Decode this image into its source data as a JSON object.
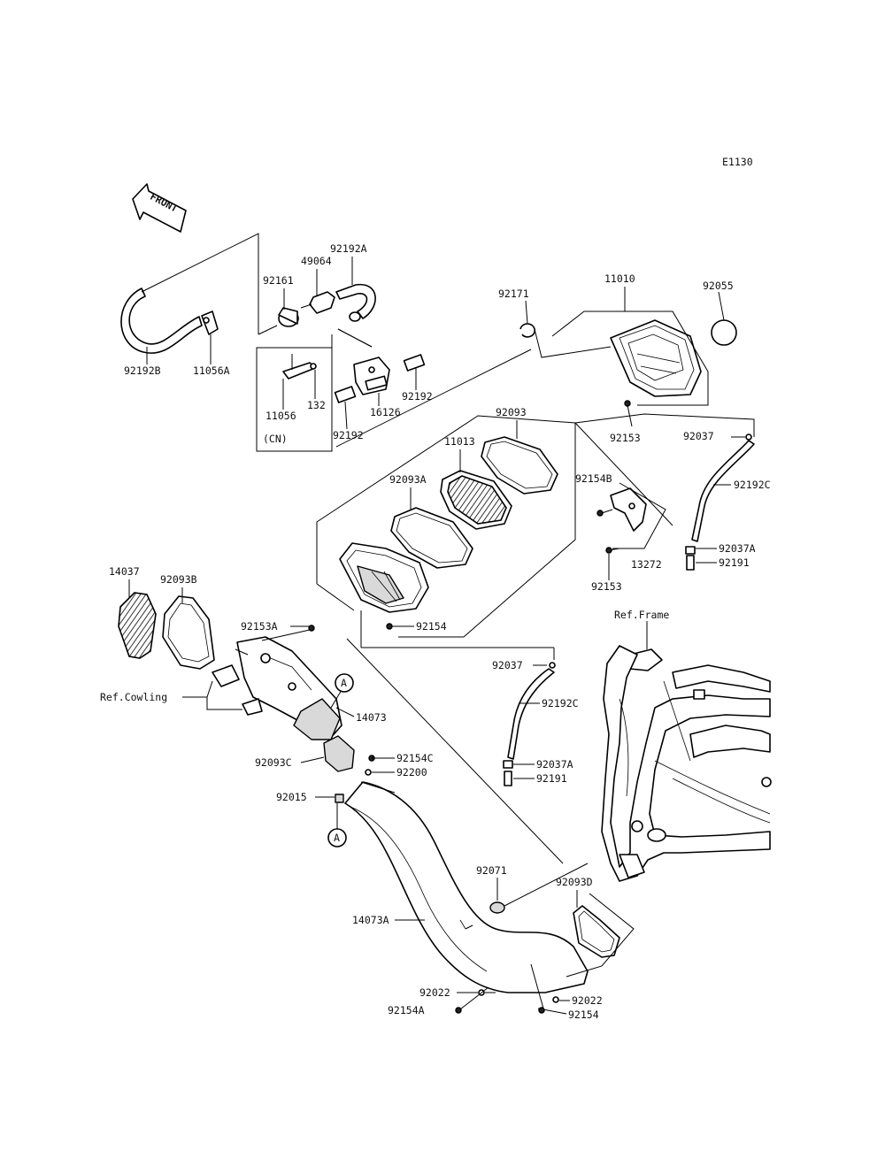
{
  "diagram_code": "E1130",
  "front_label": "FRONT",
  "labels": {
    "p92192B": "92192B",
    "p11056A": "11056A",
    "p92161": "92161",
    "p49064": "49064",
    "p92192A": "92192A",
    "p11056": "11056",
    "p132": "132",
    "cn": "(CN)",
    "p16126": "16126",
    "p92192_a": "92192",
    "p92192_b": "92192",
    "p92171": "92171",
    "p11010": "11010",
    "p92055": "92055",
    "p92153_a": "92153",
    "p92037_a": "92037",
    "p92192C_a": "92192C",
    "p92037A_a": "92037A",
    "p92191_a": "92191",
    "p92093": "92093",
    "p11013": "11013",
    "p92093A": "92093A",
    "p92154B": "92154B",
    "p13272": "13272",
    "p92153_b": "92153",
    "p92154": "92154",
    "p14037": "14037",
    "p92093B": "92093B",
    "p92153A": "92153A",
    "ref_cowling": "Ref.Cowling",
    "p14073": "14073",
    "circle_a_top": "A",
    "circle_a_bottom": "A",
    "p92093C": "92093C",
    "p92154C": "92154C",
    "p92200": "92200",
    "p92015": "92015",
    "p92037_b": "92037",
    "p92192C_b": "92192C",
    "p92037A_b": "92037A",
    "p92191_b": "92191",
    "ref_frame": "Ref.Frame",
    "p92071": "92071",
    "p92093D": "92093D",
    "p14073A": "14073A",
    "p92022_a": "92022",
    "p92022_b": "92022",
    "p92154A": "92154A",
    "p92154_b": "92154"
  }
}
